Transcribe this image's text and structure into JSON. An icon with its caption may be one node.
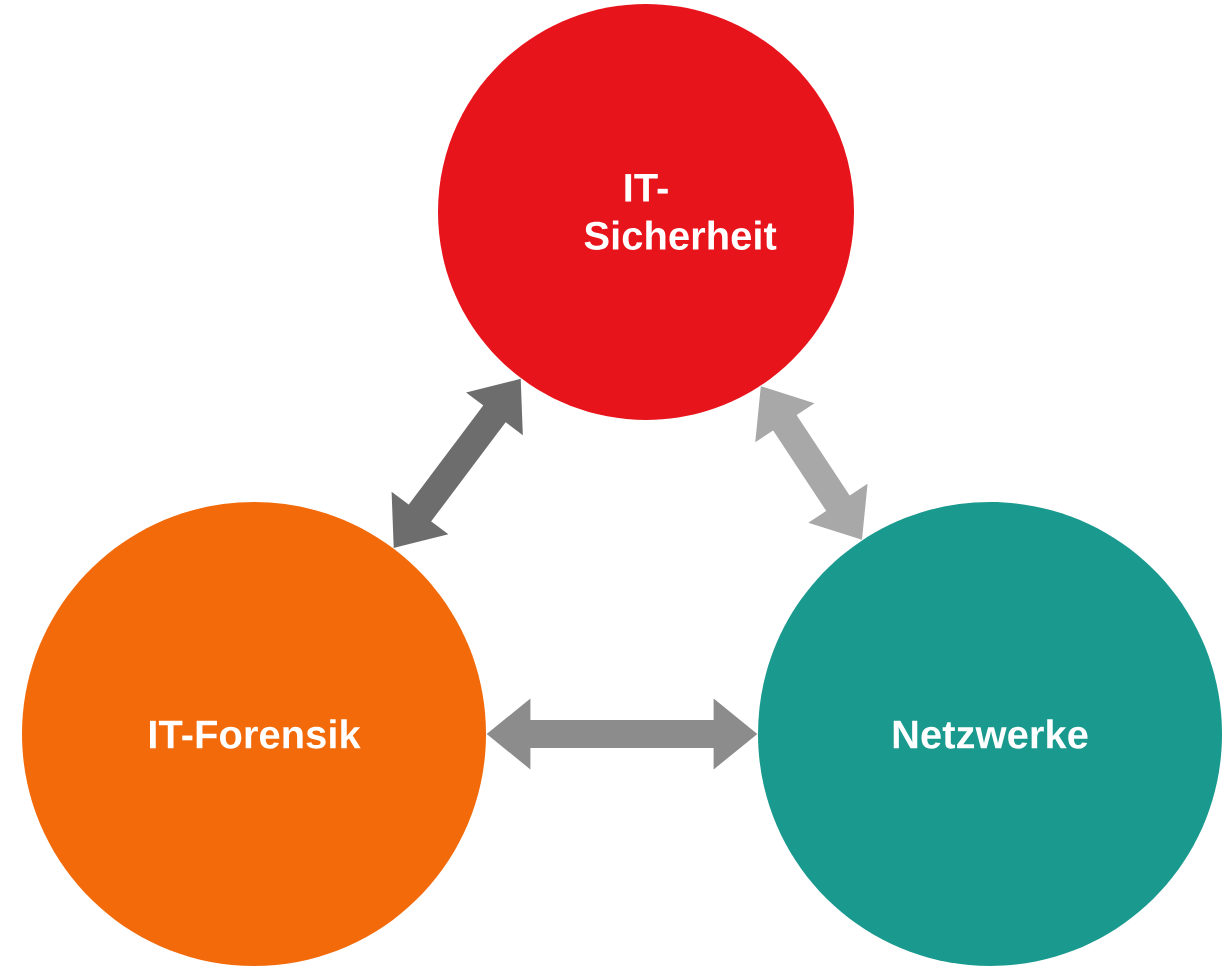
{
  "diagram": {
    "nodes": [
      {
        "text": [
          "IT-Sicherheit"
        ]
      },
      {
        "text": [
          "IT-Forensik"
        ]
      },
      {
        "text": [
          "Netzwerke"
        ]
      }
    ],
    "edges": [
      {
        "from": 0,
        "to": 1,
        "arrow": "both",
        "color": "#6d6d6d"
      },
      {
        "from": 0,
        "to": 2,
        "arrow": "both",
        "color": "#a8a8a8"
      },
      {
        "from": 1,
        "to": 2,
        "arrow": "both",
        "color": "#8c8c8c"
      }
    ]
  }
}
